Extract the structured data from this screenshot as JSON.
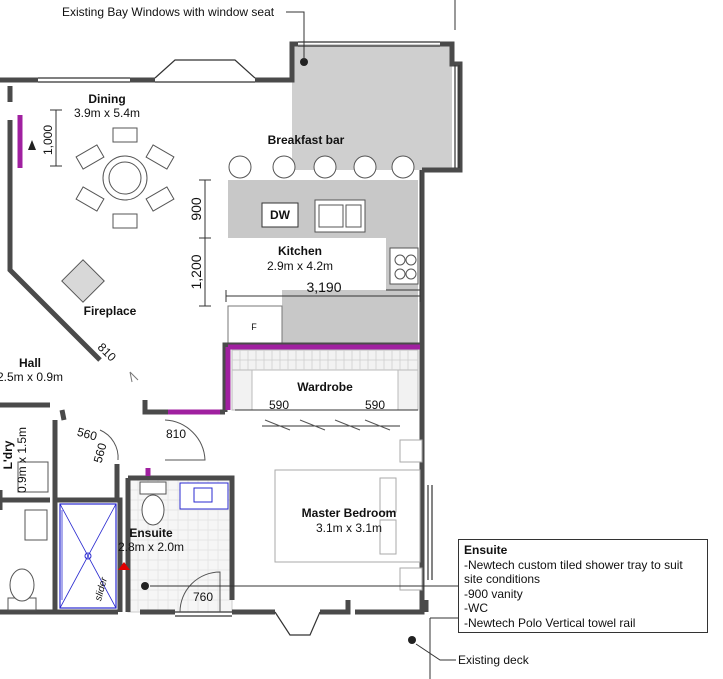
{
  "annotations": {
    "bay_windows": "Existing Bay Windows with window seat",
    "existing_deck": "Existing deck",
    "breakfast_bar": "Breakfast bar",
    "fireplace": "Fireplace",
    "wardrobe": "Wardrobe",
    "dw": "DW",
    "fridge": "F",
    "slider": "slider"
  },
  "rooms": {
    "dining": {
      "name": "Dining",
      "size": "3.9m x 5.4m"
    },
    "kitchen": {
      "name": "Kitchen",
      "size": "2.9m x 4.2m"
    },
    "hall": {
      "name": "Hall",
      "size": "2.5m x 0.9m"
    },
    "laundry": {
      "name": "L'dry",
      "size": "0.9m x 1.5m"
    },
    "master": {
      "name": "Master Bedroom",
      "size": "3.1m x 3.1m"
    },
    "ensuite": {
      "name": "Ensuite",
      "size": "2.8m x 2.0m"
    }
  },
  "dimensions": {
    "d1000": "1,000",
    "d900": "900",
    "d1200": "1,200",
    "d3190": "3,190",
    "door810a": "810",
    "door810b": "810",
    "wardrobe590a": "590",
    "wardrobe590b": "590",
    "door560a": "560",
    "door560b": "560",
    "door760": "760"
  },
  "notes": {
    "title": "Ensuite",
    "lines": [
      "-Newtech custom tiled shower tray to suit",
      "site conditions",
      "-900 vanity",
      "-WC",
      "-Newtech Polo Vertical towel rail"
    ]
  },
  "colors": {
    "wall": "#4a4a4a",
    "bench": "#c8c8c8",
    "highlight": "#a020a0",
    "shower": "#2a2ad0",
    "marker": "#e00000"
  }
}
